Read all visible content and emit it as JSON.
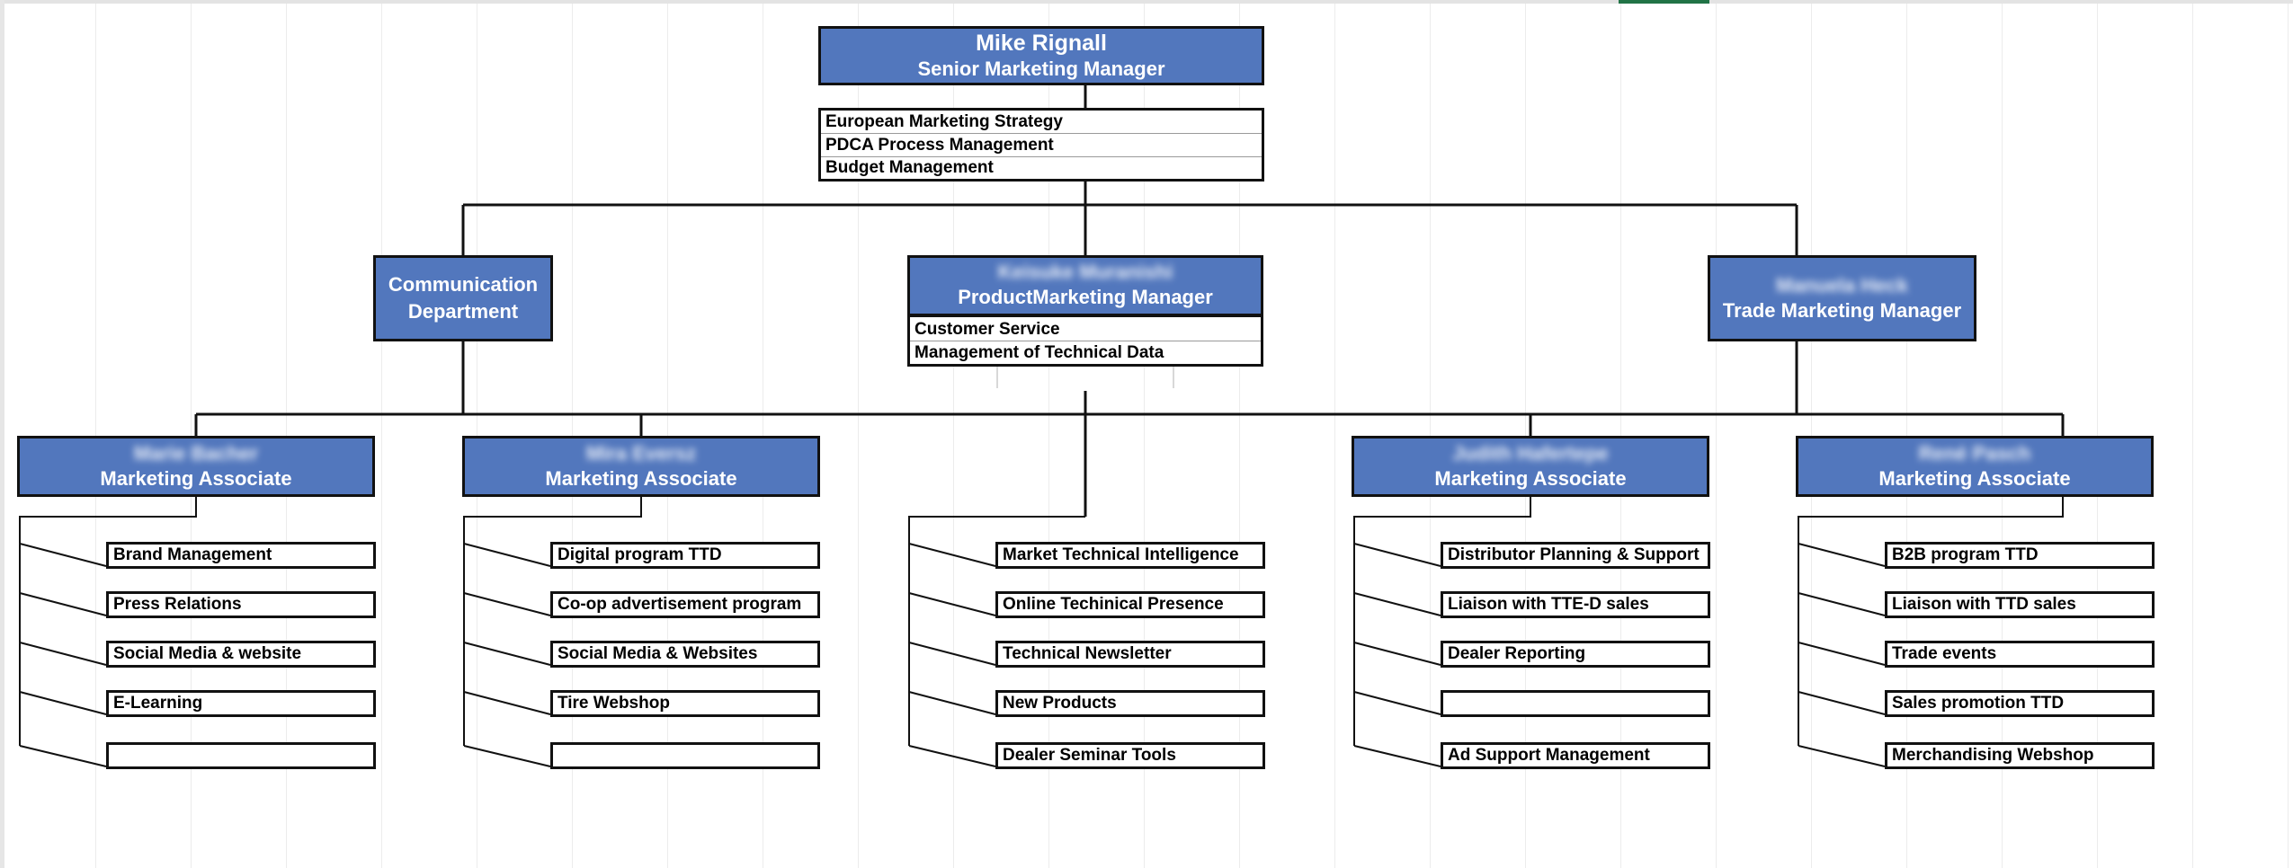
{
  "top": {
    "name": "Mike Rignall",
    "title": "Senior Marketing Manager",
    "responsibilities": [
      "European Marketing Strategy",
      "PDCA Process Management",
      "Budget Management"
    ]
  },
  "level2": {
    "communication": {
      "line1": "Communication",
      "line2": "Department"
    },
    "product": {
      "name": "Keisuke Muranishi",
      "title": "ProductMarketing Manager",
      "responsibilities": [
        "Customer Service",
        "Management of Technical Data"
      ]
    },
    "trade": {
      "name": "Manuela Heck",
      "title": "Trade Marketing Manager"
    }
  },
  "associates": [
    {
      "name": "Marie Bacher",
      "title": "Marketing Associate",
      "tasks": [
        "Brand Management",
        "Press Relations",
        "Social Media & website",
        "E-Learning",
        ""
      ]
    },
    {
      "name": "Mira Eversz",
      "title": "Marketing Associate",
      "tasks": [
        "Digital program TTD",
        "Co-op advertisement program",
        "Social Media & Websites",
        "Tire Webshop",
        ""
      ]
    },
    {
      "name": "",
      "title": "",
      "tasks": [
        "Market Technical Intelligence",
        "Online Techinical Presence",
        "Technical Newsletter",
        "New Products",
        "Dealer Seminar Tools"
      ]
    },
    {
      "name": "Judith Hafertepe",
      "title": "Marketing Associate",
      "tasks": [
        "Distributor Planning & Support",
        "Liaison with TTE-D sales",
        "Dealer Reporting",
        "",
        "Ad Support Management"
      ]
    },
    {
      "name": "René Pasch",
      "title": "Marketing Associate",
      "tasks": [
        "B2B program TTD",
        "Liaison with TTD sales",
        "Trade events",
        "Sales promotion TTD",
        "Merchandising Webshop"
      ]
    }
  ],
  "colors": {
    "box_fill": "#5277bd",
    "box_border": "#111111",
    "text_on_box": "#ffffff"
  }
}
